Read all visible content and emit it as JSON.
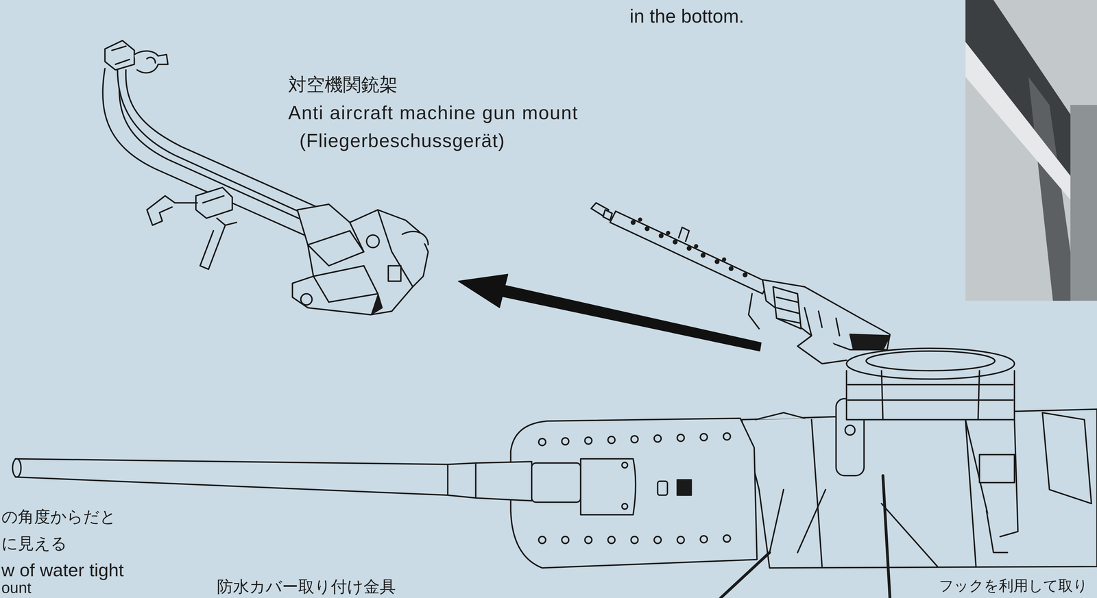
{
  "diagram": {
    "labels": [
      "in the bottom.",
      "対空機関銃架",
      "Anti aircraft machine gun mount",
      "(Fliegerbeschussgerät)",
      "の角度からだと",
      "に見える",
      "w of water tight",
      "ount",
      "防水カバー取り付け金具",
      "フックを利用して取り"
    ]
  }
}
